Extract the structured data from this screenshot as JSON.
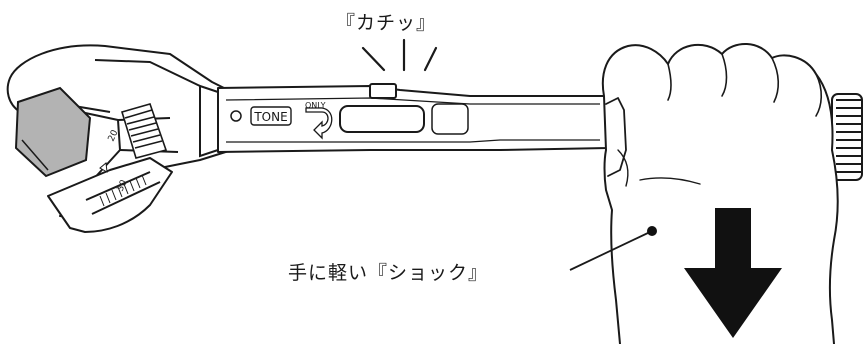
{
  "labels": {
    "click_sound": "『カチッ』",
    "shock_caption": "手に軽い『ショック』"
  },
  "wrench": {
    "brand": "TONE",
    "direction_marking": "ONLY",
    "scale_numbers": [
      "20",
      "30"
    ]
  },
  "colors": {
    "line": "#1a1a1a",
    "nut_fill": "#b3b3b3",
    "background": "#ffffff"
  }
}
